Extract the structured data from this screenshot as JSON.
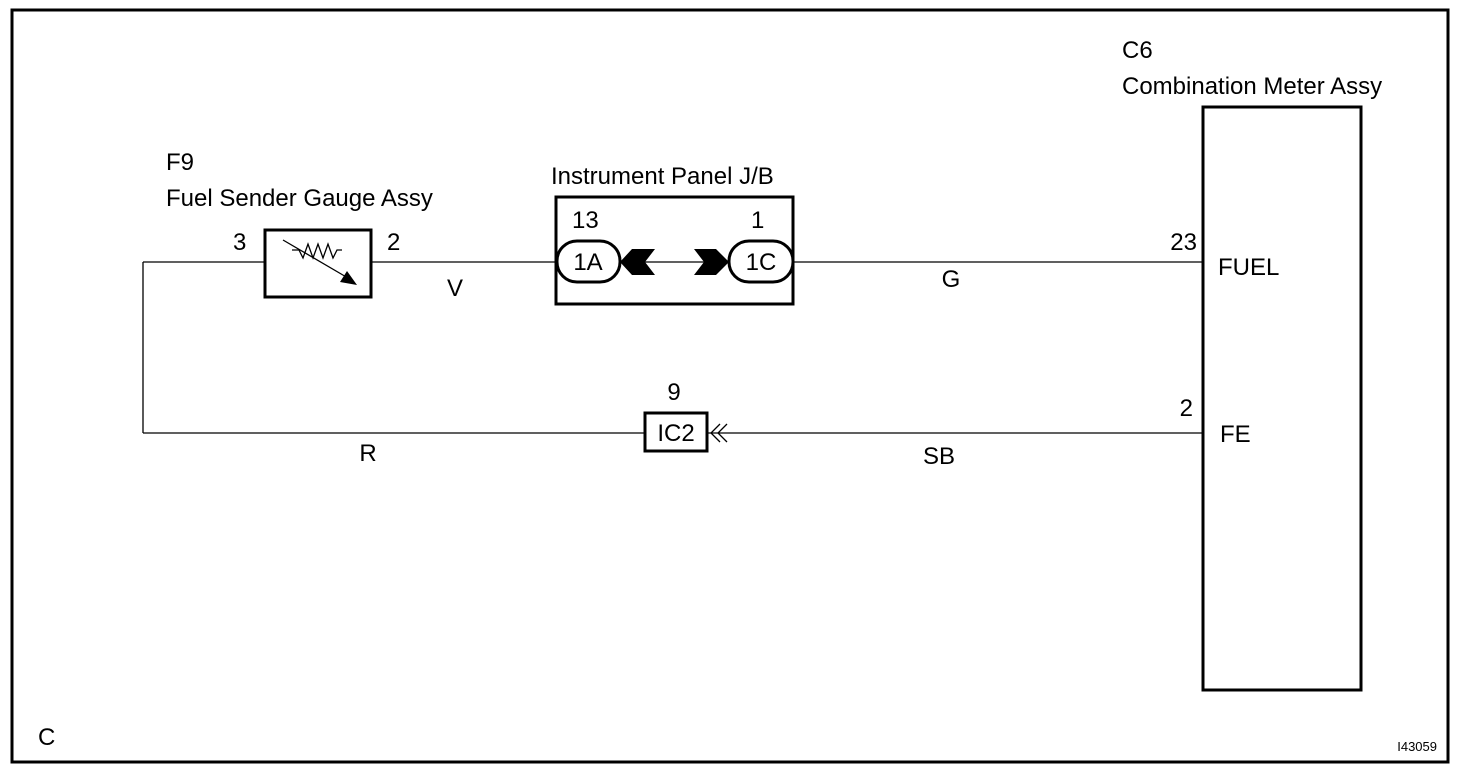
{
  "colors": {
    "line": "#000000",
    "background": "#ffffff"
  },
  "frame": {
    "corner_label": "C",
    "figure_id": "I43059"
  },
  "fuel_sender": {
    "code": "F9",
    "name": "Fuel Sender Gauge Assy",
    "pin_left": "3",
    "pin_right": "2",
    "icon": "variable-resistor-icon"
  },
  "junction_block": {
    "name": "Instrument Panel J/B",
    "pin_left": "13",
    "pin_right": "1",
    "connector_left": "1A",
    "connector_right": "1C"
  },
  "combination_meter": {
    "code": "C6",
    "name": "Combination Meter Assy",
    "pin_fuel": "23",
    "terminal_fuel": "FUEL",
    "pin_fe": "2",
    "terminal_fe": "FE"
  },
  "ground_connector": {
    "pin": "9",
    "name": "IC2"
  },
  "wires": {
    "sender_to_jb": "V",
    "jb_to_meter": "G",
    "sender_to_ic2": "R",
    "ic2_to_meter": "SB"
  }
}
